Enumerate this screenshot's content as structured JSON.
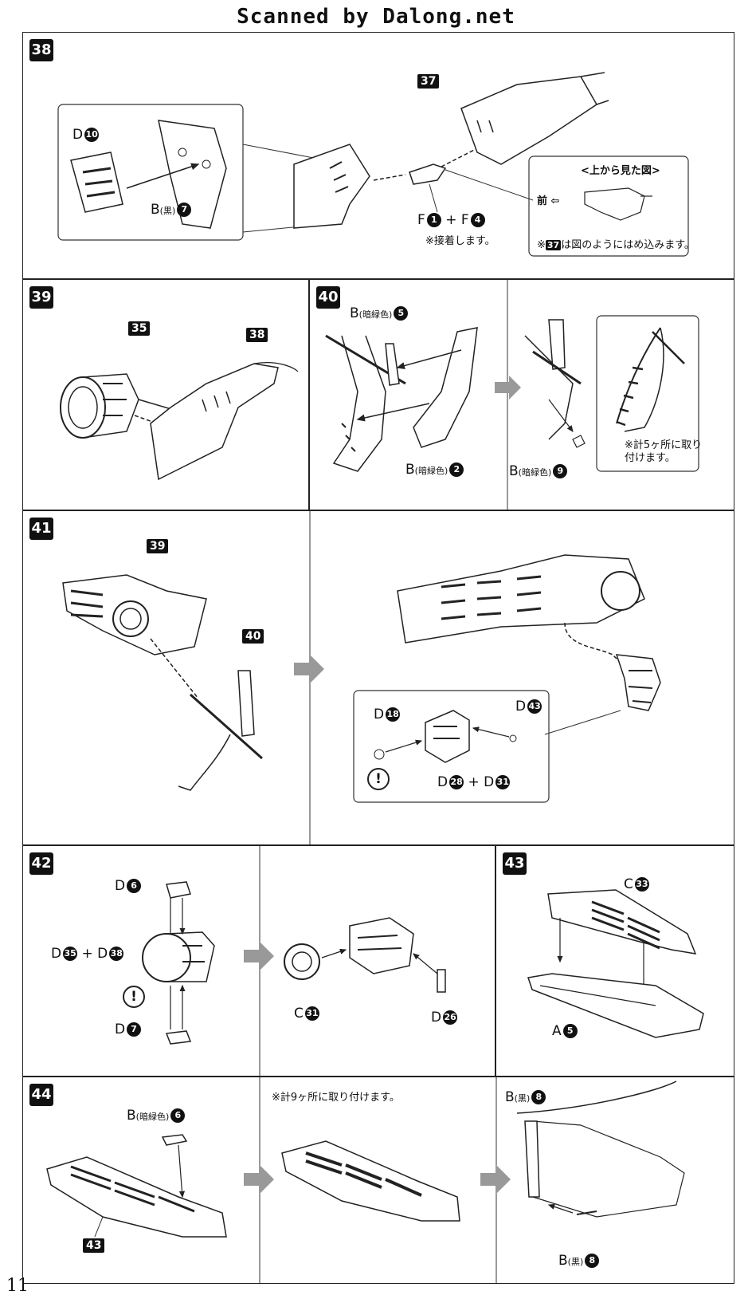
{
  "header": "Scanned by Dalong.net",
  "page_number": "11",
  "steps": {
    "s38": {
      "num": "38",
      "refs": [
        "37"
      ],
      "labels": {
        "d10": "D",
        "d10n": "10",
        "b7": "B",
        "b7c": "(黒)",
        "b7n": "7",
        "f1": "F",
        "f1n": "1",
        "plus": "+",
        "f4": "F",
        "f4n": "4"
      },
      "note_glue": "※接着します。",
      "inset_title": "<上から見た図>",
      "inset_front": "前",
      "inset_note_ref": "37",
      "inset_note": "は図のようにはめ込みます。"
    },
    "s39": {
      "num": "39",
      "refs": [
        "35",
        "38"
      ]
    },
    "s40": {
      "num": "40",
      "b5": "B",
      "b5c": "(暗緑色)",
      "b5n": "5",
      "b2": "B",
      "b2c": "(暗緑色)",
      "b2n": "2",
      "b9": "B",
      "b9c": "(暗緑色)",
      "b9n": "9",
      "note": "※計5ヶ所に取り\n付けます。"
    },
    "s41": {
      "num": "41",
      "refs": [
        "39",
        "40"
      ],
      "d18": "D",
      "d18n": "18",
      "d43": "D",
      "d43n": "43",
      "d28": "D",
      "d28n": "28",
      "plus": "+",
      "d31": "D",
      "d31n": "31"
    },
    "s42": {
      "num": "42",
      "d6": "D",
      "d6n": "6",
      "d35": "D",
      "d35n": "35",
      "plus": "+",
      "d38": "D",
      "d38n": "38",
      "d7": "D",
      "d7n": "7",
      "c31": "C",
      "c31n": "31",
      "d26": "D",
      "d26n": "26"
    },
    "s43": {
      "num": "43",
      "c33": "C",
      "c33n": "33",
      "a5": "A",
      "a5n": "5"
    },
    "s44": {
      "num": "44",
      "refs": [
        "43"
      ],
      "b6": "B",
      "b6c": "(暗緑色)",
      "b6n": "6",
      "note": "※計9ヶ所に取り付けます。",
      "b8a": "B",
      "b8ac": "(黒)",
      "b8an": "8",
      "b8b": "B",
      "b8bc": "(黒)",
      "b8bn": "8"
    }
  },
  "caution": "!"
}
